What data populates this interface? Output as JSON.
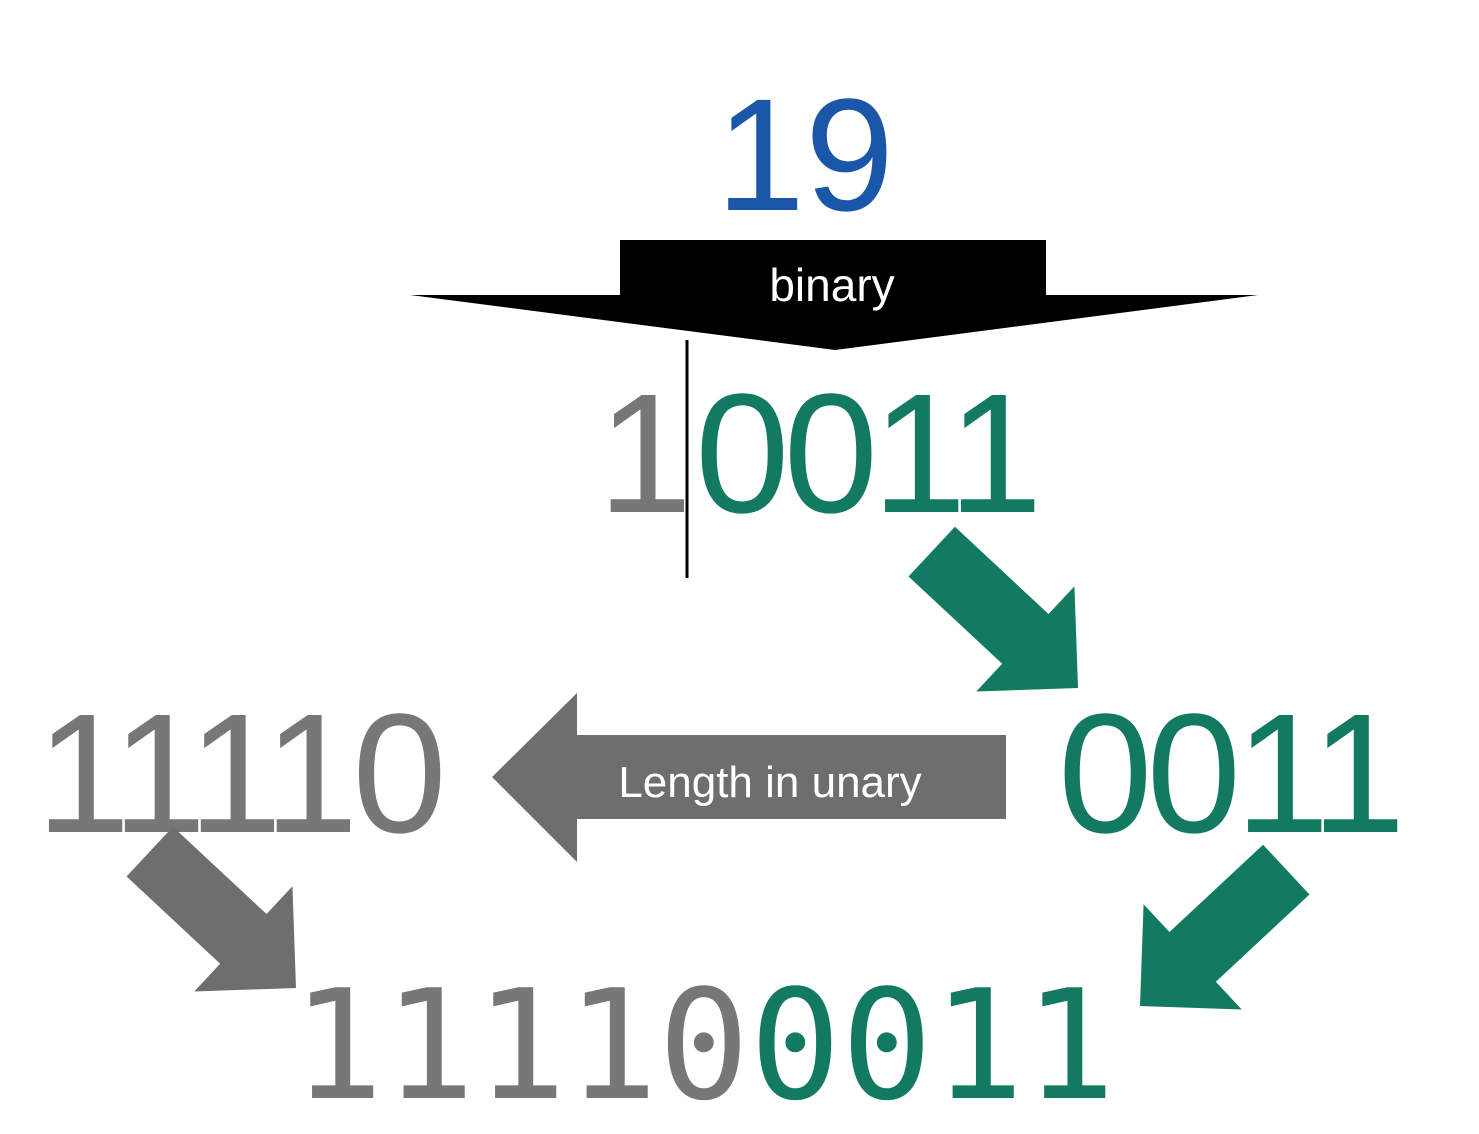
{
  "source_number": "19",
  "binary_label": "binary",
  "binary": {
    "leading_bit": "1",
    "remaining_bits": "0011"
  },
  "remainder_bits": "0011",
  "unary_length": "11110",
  "unary_label": "Length in unary",
  "result": {
    "unary_part": "11110",
    "binary_part": "0011"
  },
  "colors": {
    "number": "#1a57a8",
    "green": "#137a62",
    "gray": "#777777",
    "arrow_gray": "#6e6e6e",
    "black": "#000000"
  }
}
